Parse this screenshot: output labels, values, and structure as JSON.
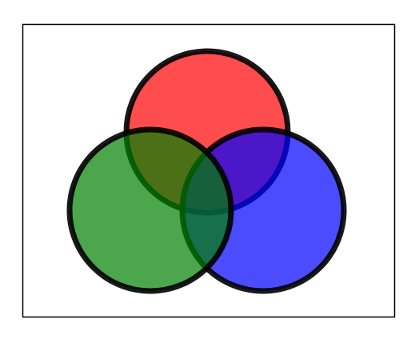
{
  "diagram": {
    "type": "venn",
    "sets": [
      {
        "id": "top",
        "fill_color": "#ff0000",
        "stroke_color": "#000000"
      },
      {
        "id": "right",
        "fill_color": "#0000ff",
        "stroke_color": "#000000"
      },
      {
        "id": "left",
        "fill_color": "#008000",
        "stroke_color": "#000000"
      }
    ],
    "fill_opacity": 0.7,
    "border_color": "#000000",
    "background_color": "#ffffff"
  }
}
